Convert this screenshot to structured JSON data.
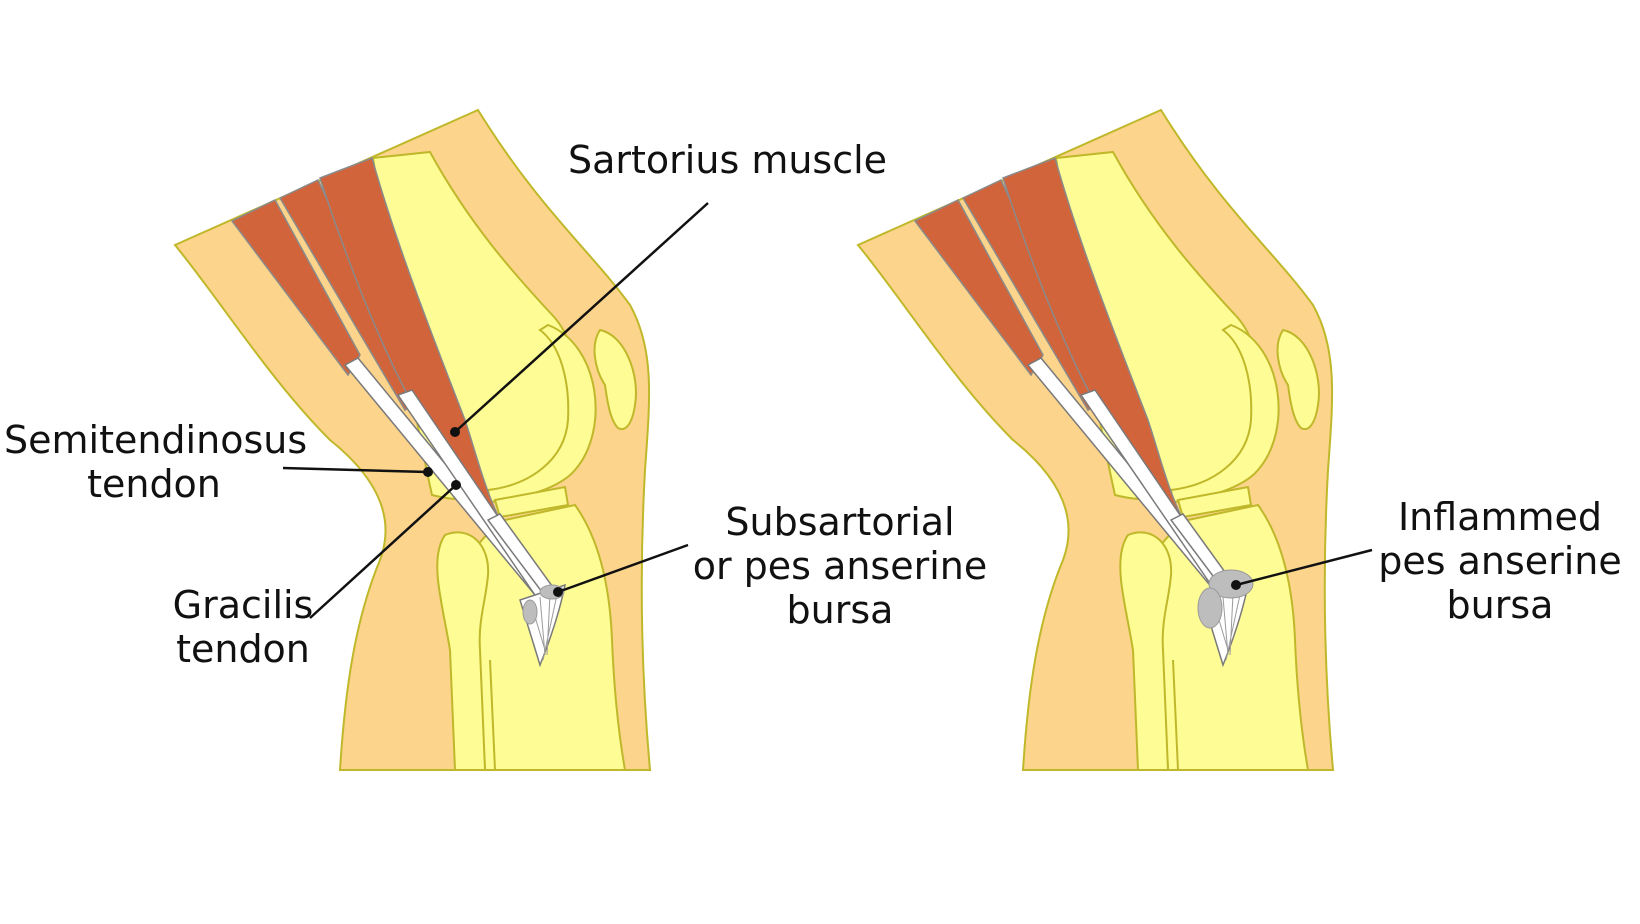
{
  "colors": {
    "skin": "#FCD48C",
    "bone": "#FEFC94",
    "bone_outline": "#BFB82A",
    "muscle": "#D2643C",
    "tendon": "#FFFFFF",
    "tendon_outline": "#7A7A7A",
    "bursa": "#BDBDBD",
    "leader": "#111111"
  },
  "labels": {
    "sartorius": {
      "lines": [
        "Sartorius muscle"
      ]
    },
    "semitendinosus": {
      "lines": [
        "Semitendinosus",
        "tendon"
      ]
    },
    "gracilis": {
      "lines": [
        "Gracilis",
        "tendon"
      ]
    },
    "subsartorial": {
      "lines": [
        "Subsartorial",
        "or pes anserine",
        "bursa"
      ]
    },
    "inflamed": {
      "lines": [
        "Inflammed",
        "pes anserine",
        "bursa"
      ]
    }
  },
  "panels": [
    {
      "name": "normal-knee",
      "bursa_state": "normal"
    },
    {
      "name": "inflamed-knee",
      "bursa_state": "inflamed"
    }
  ]
}
